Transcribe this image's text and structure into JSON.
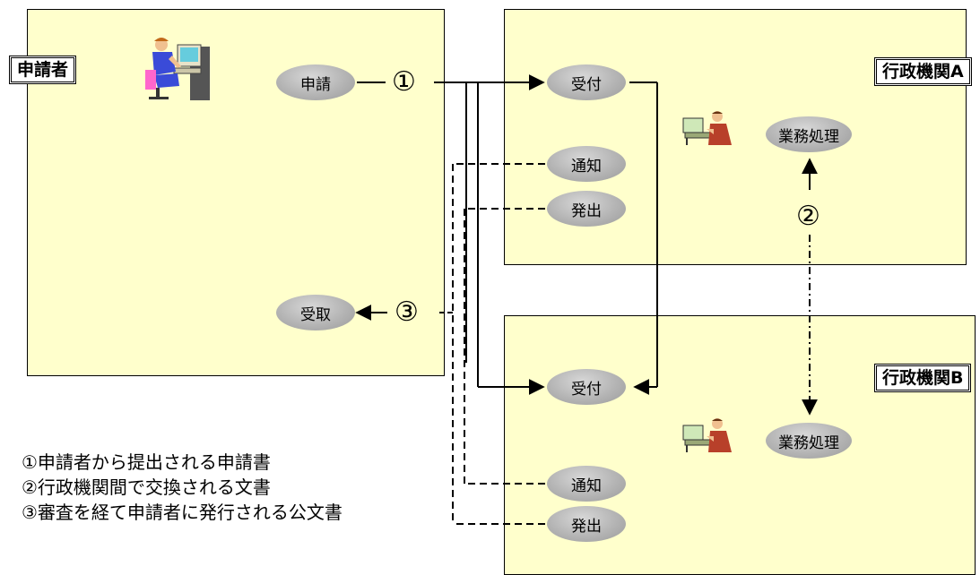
{
  "applicant": {
    "label": "申請者"
  },
  "agency_a": {
    "label": "行政機関A"
  },
  "agency_b": {
    "label": "行政機関B"
  },
  "nodes": {
    "apply": "申請",
    "receive_a": "受付",
    "process_a": "業務処理",
    "notify_a": "通知",
    "dispatch_a": "発出",
    "receipt": "受取",
    "receive_b": "受付",
    "process_b": "業務処理",
    "notify_b": "通知",
    "dispatch_b": "発出"
  },
  "markers": {
    "m1": "①",
    "m2": "②",
    "m3": "③"
  },
  "legend": [
    "①申請者から提出される申請書",
    "②行政機関間で交換される文書",
    "③審査を経て申請者に発行される公文書"
  ],
  "icons": {
    "applicant_pc": "person-at-computer-icon",
    "clerk_a": "clerk-at-desk-icon",
    "clerk_b": "clerk-at-desk-icon"
  }
}
